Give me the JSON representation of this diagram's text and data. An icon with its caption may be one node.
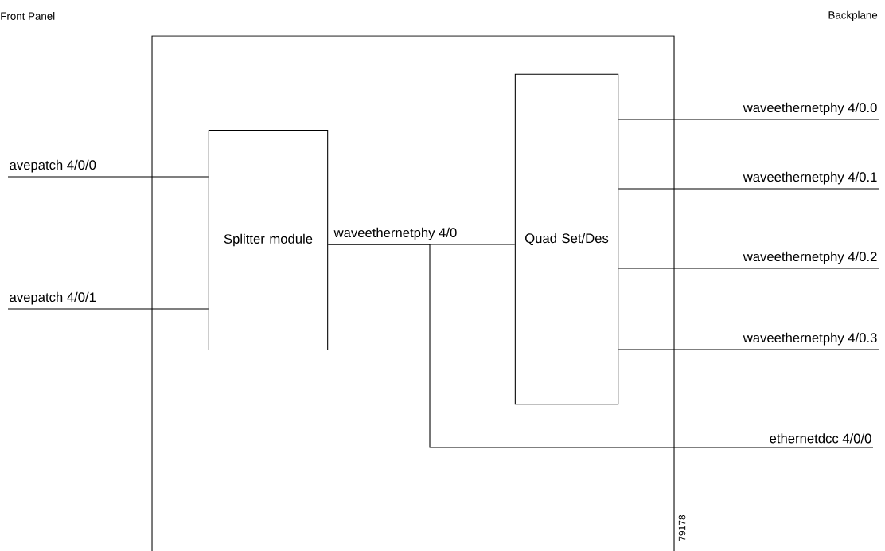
{
  "diagram": {
    "nodes": [
      {
        "text": [
          "avepatch 4/0/0"
        ]
      },
      {
        "text": [
          "avepatch 4/0/1"
        ]
      },
      {
        "text": [
          "Splitter module"
        ]
      },
      {
        "text": [
          "Quad Set/Des"
        ]
      },
      {
        "text": [
          "waveethernetphy 4/0.0"
        ]
      },
      {
        "text": [
          "waveethernetphy 4/0.1"
        ]
      },
      {
        "text": [
          "waveethernetphy 4/0.2"
        ]
      },
      {
        "text": [
          "waveethernetphy 4/0.3"
        ]
      },
      {
        "text": [
          "ethernetdcc 4/0/0"
        ]
      }
    ],
    "edges": [
      {
        "from": 0,
        "to": 2,
        "arrow": "none"
      },
      {
        "from": 1,
        "to": 2,
        "arrow": "none"
      },
      {
        "from": 2,
        "to": 3,
        "arrow": "none",
        "label": "waveethernetphy 4/0"
      },
      {
        "from": 2,
        "to": 8,
        "arrow": "none"
      },
      {
        "from": 3,
        "to": 4,
        "arrow": "none"
      },
      {
        "from": 3,
        "to": 5,
        "arrow": "none"
      },
      {
        "from": 3,
        "to": 6,
        "arrow": "none"
      },
      {
        "from": 3,
        "to": 7,
        "arrow": "none"
      }
    ],
    "labels": [
      "Front Panel",
      "Backplane",
      "79178"
    ]
  }
}
